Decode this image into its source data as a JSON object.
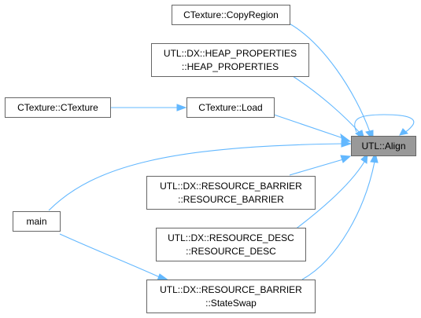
{
  "graph": {
    "edge_color": "#63b8ff",
    "focus_fill": "#999999",
    "nodes": {
      "align": {
        "lines": [
          "UTL::Align"
        ]
      },
      "copy_region": {
        "lines": [
          "CTexture::CopyRegion"
        ]
      },
      "heap_props": {
        "lines": [
          "UTL::DX::HEAP_PROPERTIES",
          "::HEAP_PROPERTIES"
        ]
      },
      "ctexture": {
        "lines": [
          "CTexture::CTexture"
        ]
      },
      "load": {
        "lines": [
          "CTexture::Load"
        ]
      },
      "main": {
        "lines": [
          "main"
        ]
      },
      "resource_barrier": {
        "lines": [
          "UTL::DX::RESOURCE_BARRIER",
          "::RESOURCE_BARRIER"
        ]
      },
      "resource_desc": {
        "lines": [
          "UTL::DX::RESOURCE_DESC",
          "::RESOURCE_DESC"
        ]
      },
      "state_swap": {
        "lines": [
          "UTL::DX::RESOURCE_BARRIER",
          "::StateSwap"
        ]
      }
    }
  }
}
